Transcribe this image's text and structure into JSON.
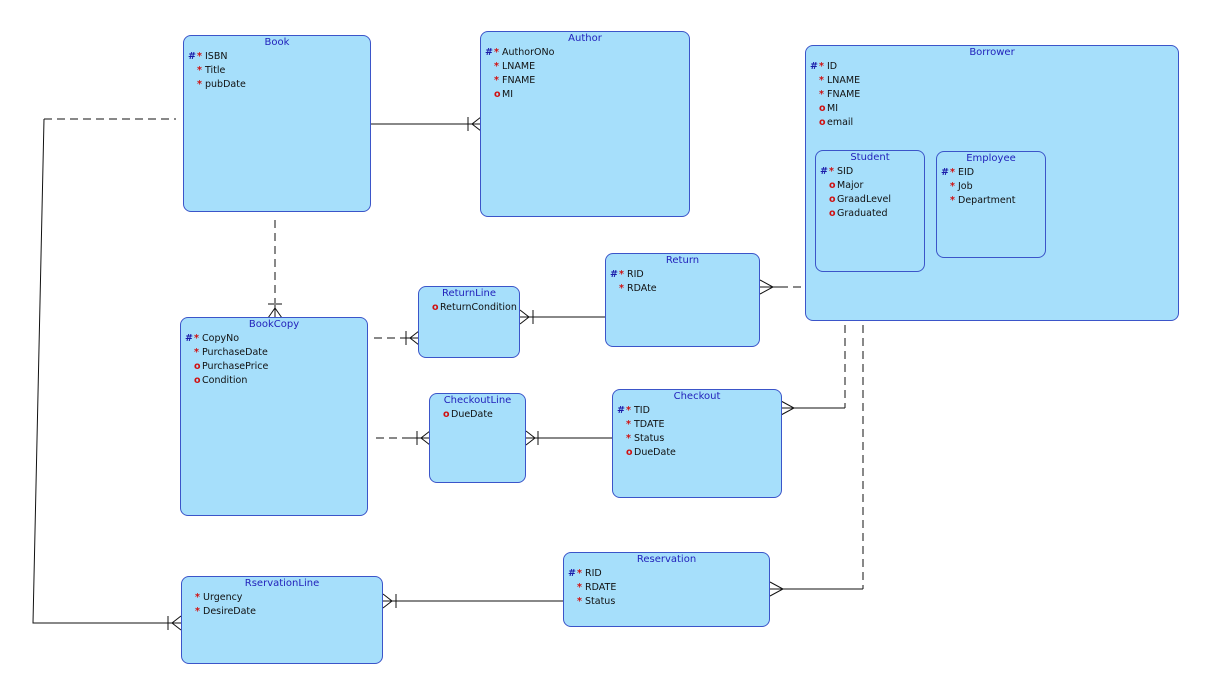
{
  "colors": {
    "entity_fill": "#a6dffb",
    "entity_border": "#3b55c9",
    "title_text": "#2222bb",
    "identifier_mark": "#1a1aa8",
    "attribute_mark": "#d01010",
    "line": "#111111"
  },
  "entities": {
    "book": {
      "title": "Book",
      "attributes": [
        {
          "pk": "#",
          "mark": "*",
          "name": "ISBN"
        },
        {
          "pk": "",
          "mark": "*",
          "name": "Title"
        },
        {
          "pk": "",
          "mark": "*",
          "name": "pubDate"
        }
      ]
    },
    "author": {
      "title": "Author",
      "attributes": [
        {
          "pk": "#",
          "mark": "*",
          "name": "AuthorONo"
        },
        {
          "pk": "",
          "mark": "*",
          "name": "LNAME"
        },
        {
          "pk": "",
          "mark": "*",
          "name": "FNAME"
        },
        {
          "pk": "",
          "mark": "o",
          "name": "MI"
        }
      ]
    },
    "borrower": {
      "title": "Borrower",
      "attributes": [
        {
          "pk": "#",
          "mark": "*",
          "name": "ID"
        },
        {
          "pk": "",
          "mark": "*",
          "name": "LNAME"
        },
        {
          "pk": "",
          "mark": "*",
          "name": "FNAME"
        },
        {
          "pk": "",
          "mark": "o",
          "name": "MI"
        },
        {
          "pk": "",
          "mark": "o",
          "name": "email"
        }
      ]
    },
    "student": {
      "title": "Student",
      "attributes": [
        {
          "pk": "#",
          "mark": "*",
          "name": "SID"
        },
        {
          "pk": "",
          "mark": "o",
          "name": "Major"
        },
        {
          "pk": "",
          "mark": "o",
          "name": "GraadLevel"
        },
        {
          "pk": "",
          "mark": "o",
          "name": "Graduated"
        }
      ]
    },
    "employee": {
      "title": "Employee",
      "attributes": [
        {
          "pk": "#",
          "mark": "*",
          "name": "EID"
        },
        {
          "pk": "",
          "mark": "*",
          "name": "Job"
        },
        {
          "pk": "",
          "mark": "*",
          "name": "Department"
        }
      ]
    },
    "return": {
      "title": "Return",
      "attributes": [
        {
          "pk": "#",
          "mark": "*",
          "name": "RID"
        },
        {
          "pk": "",
          "mark": "*",
          "name": "RDAte"
        }
      ]
    },
    "returnline": {
      "title": "ReturnLine",
      "attributes": [
        {
          "pk": "",
          "mark": "o",
          "name": "ReturnCondition"
        }
      ]
    },
    "bookcopy": {
      "title": "BookCopy",
      "attributes": [
        {
          "pk": "#",
          "mark": "*",
          "name": "CopyNo"
        },
        {
          "pk": "",
          "mark": "*",
          "name": "PurchaseDate"
        },
        {
          "pk": "",
          "mark": "o",
          "name": "PurchasePrice"
        },
        {
          "pk": "",
          "mark": "o",
          "name": "Condition"
        }
      ]
    },
    "checkoutline": {
      "title": "CheckoutLine",
      "attributes": [
        {
          "pk": "",
          "mark": "o",
          "name": "DueDate"
        }
      ]
    },
    "checkout": {
      "title": "Checkout",
      "attributes": [
        {
          "pk": "#",
          "mark": "*",
          "name": "TID"
        },
        {
          "pk": "",
          "mark": "*",
          "name": "TDATE"
        },
        {
          "pk": "",
          "mark": "*",
          "name": "Status"
        },
        {
          "pk": "",
          "mark": "o",
          "name": "DueDate"
        }
      ]
    },
    "reservation": {
      "title": "Reservation",
      "attributes": [
        {
          "pk": "#",
          "mark": "*",
          "name": "RID"
        },
        {
          "pk": "",
          "mark": "*",
          "name": "RDATE"
        },
        {
          "pk": "",
          "mark": "*",
          "name": "Status"
        }
      ]
    },
    "rservationline": {
      "title": "RservationLine",
      "attributes": [
        {
          "pk": "",
          "mark": "*",
          "name": "Urgency"
        },
        {
          "pk": "",
          "mark": "*",
          "name": "DesireDate"
        }
      ]
    }
  }
}
